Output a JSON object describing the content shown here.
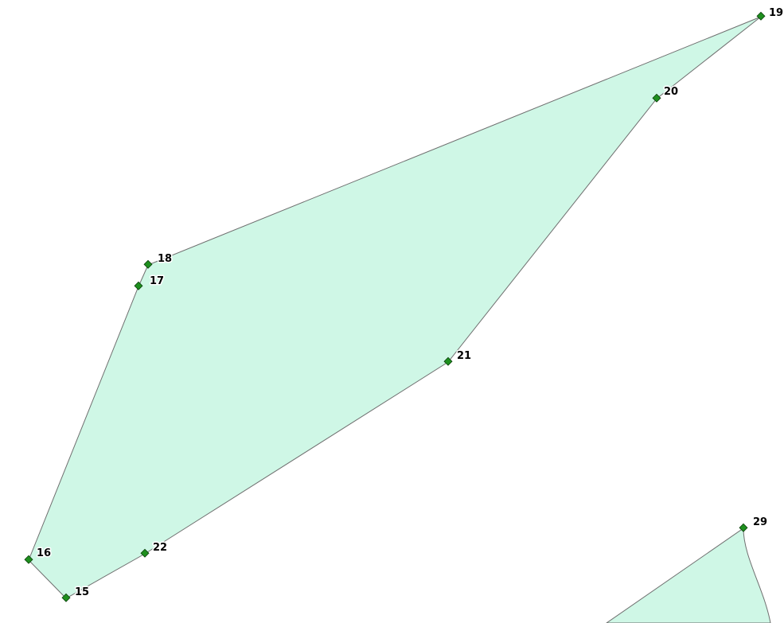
{
  "colors": {
    "parcel_fill": "#cff7e6",
    "parcel_outline": "#6f6f6f",
    "vertex_marker": "#1e8f1e",
    "background": "#ffffff"
  },
  "vertex_labels": {
    "v15": "15",
    "v16": "16",
    "v17": "17",
    "v18": "18",
    "v19": "19",
    "v20": "20",
    "v21": "21",
    "v22": "22",
    "v29": "29"
  }
}
